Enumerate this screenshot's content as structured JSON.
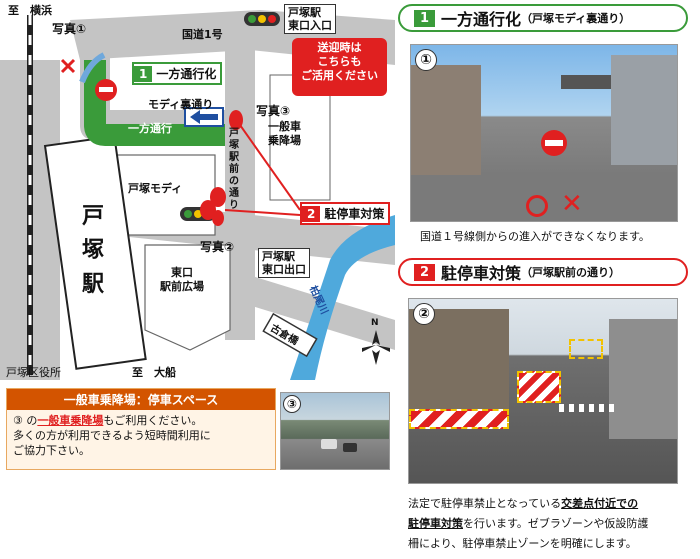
{
  "map": {
    "to_yokohama": "至　横浜",
    "to_ofuna": "至　大船",
    "photo1": "写真①",
    "photo2": "写真②",
    "photo3": "写真③",
    "route1": "国道1号",
    "entrance_label": "戸塚駅\n東口入口",
    "exit_label": "戸塚駅\n東口出口",
    "oneway_badge_num": "1",
    "oneway_badge_text": "一方通行化",
    "modi_back_street": "モディ裏通り",
    "oneway_road_text": "一方通行",
    "callout": "送迎時は\nこちらも\nご活用ください",
    "general_car_area": "一般車\n乗降場",
    "station_front_street": "戸塚駅前の通り",
    "parking_badge_num": "2",
    "parking_badge_text": "駐停車対策",
    "totsuka_modi": "戸塚モディ",
    "station_name": "戸\n塚\n駅",
    "east_exit_plaza": "東口\n駅前広場",
    "kashio_river": "柏尾川",
    "furukura_bridge": "古倉橋",
    "ward_office": "戸塚区役所",
    "compass": "N"
  },
  "info_box": {
    "title": "一般車乗降場：停車スペース",
    "line1_pre": "③ の",
    "line1_link": "一般車乗降場",
    "line1_post": "もご利用ください。",
    "line2": "多くの方が利用できるよう短時間利用に",
    "line3": "ご協力下さい。",
    "photo_num": "③"
  },
  "section1": {
    "num": "1",
    "title": "一方通行化",
    "subtitle": "（戸塚モディ裏通り）",
    "photo_num": "①",
    "caption": "国道１号線側からの進入ができなくなります。"
  },
  "section2": {
    "num": "2",
    "title": "駐停車対策",
    "subtitle": "（戸塚駅前の通り）",
    "photo_num": "②",
    "caption_pre": "法定で駐停車禁止となっている",
    "caption_bold1": "交差点付近での",
    "caption_bold2": "駐停車対策",
    "caption_mid": "を行います。ゼブラゾーンや仮設防護",
    "caption_line3": "柵により、駐停車禁止ゾーンを明確にします。"
  },
  "colors": {
    "green": "#3a9b3a",
    "red": "#e02020",
    "blue": "#1f4fa0",
    "road": "#bfbfbf"
  }
}
